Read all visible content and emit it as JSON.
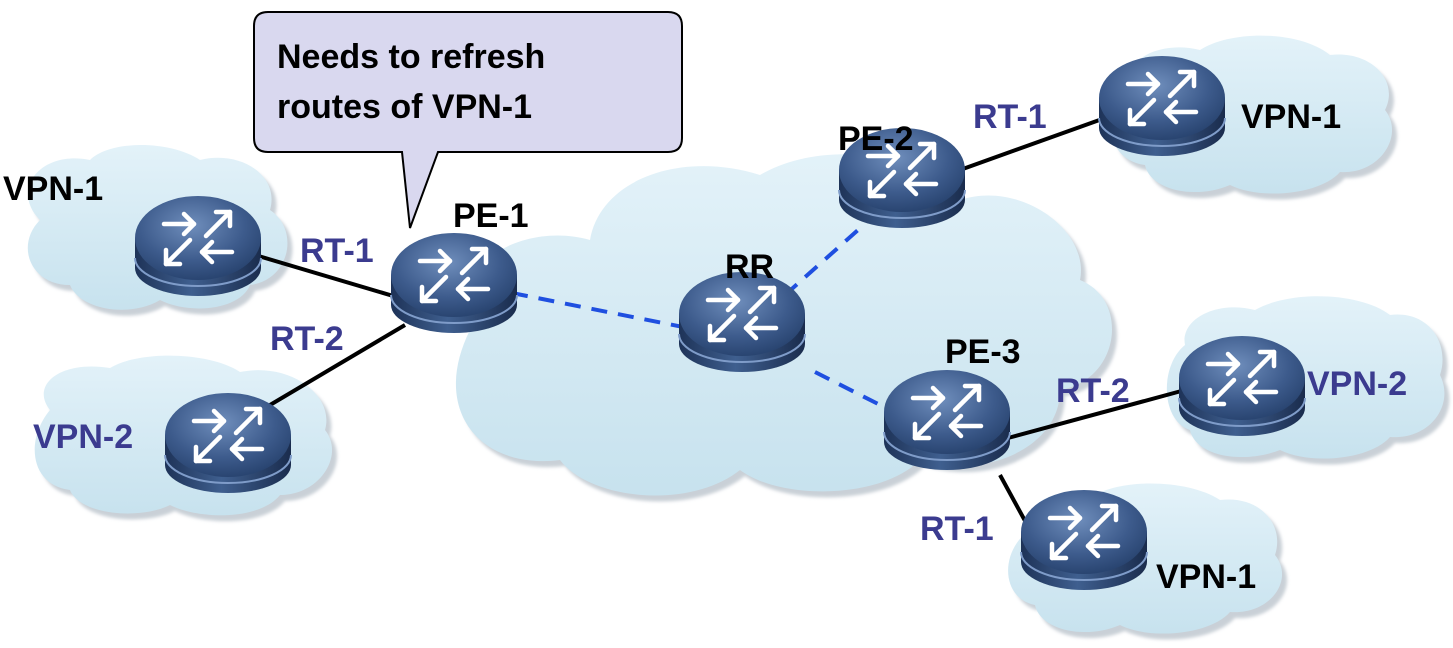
{
  "callout": {
    "line1": "Needs to refresh",
    "line2": "routes of VPN-1"
  },
  "nodes": {
    "pe1": "PE-1",
    "pe2": "PE-2",
    "pe3": "PE-3",
    "rr": "RR"
  },
  "sites": {
    "left_top": "VPN-1",
    "left_bottom": "VPN-2",
    "pe2_site": "VPN-1",
    "pe3_site_vpn2": "VPN-2",
    "pe3_site_vpn1": "VPN-1"
  },
  "route_targets": {
    "pe1_vpn1": "RT-1",
    "pe1_vpn2": "RT-2",
    "pe2_vpn1": "RT-1",
    "pe3_vpn2": "RT-2",
    "pe3_vpn1": "RT-1"
  },
  "colors": {
    "rt_label": "#3b3b8f",
    "vpn2_label": "#3b3b8f",
    "peer_link": "#1f4fe0",
    "access_link": "#000000",
    "cloud_fill": "#d3eaf4",
    "callout_fill": "#d9d8ef"
  }
}
